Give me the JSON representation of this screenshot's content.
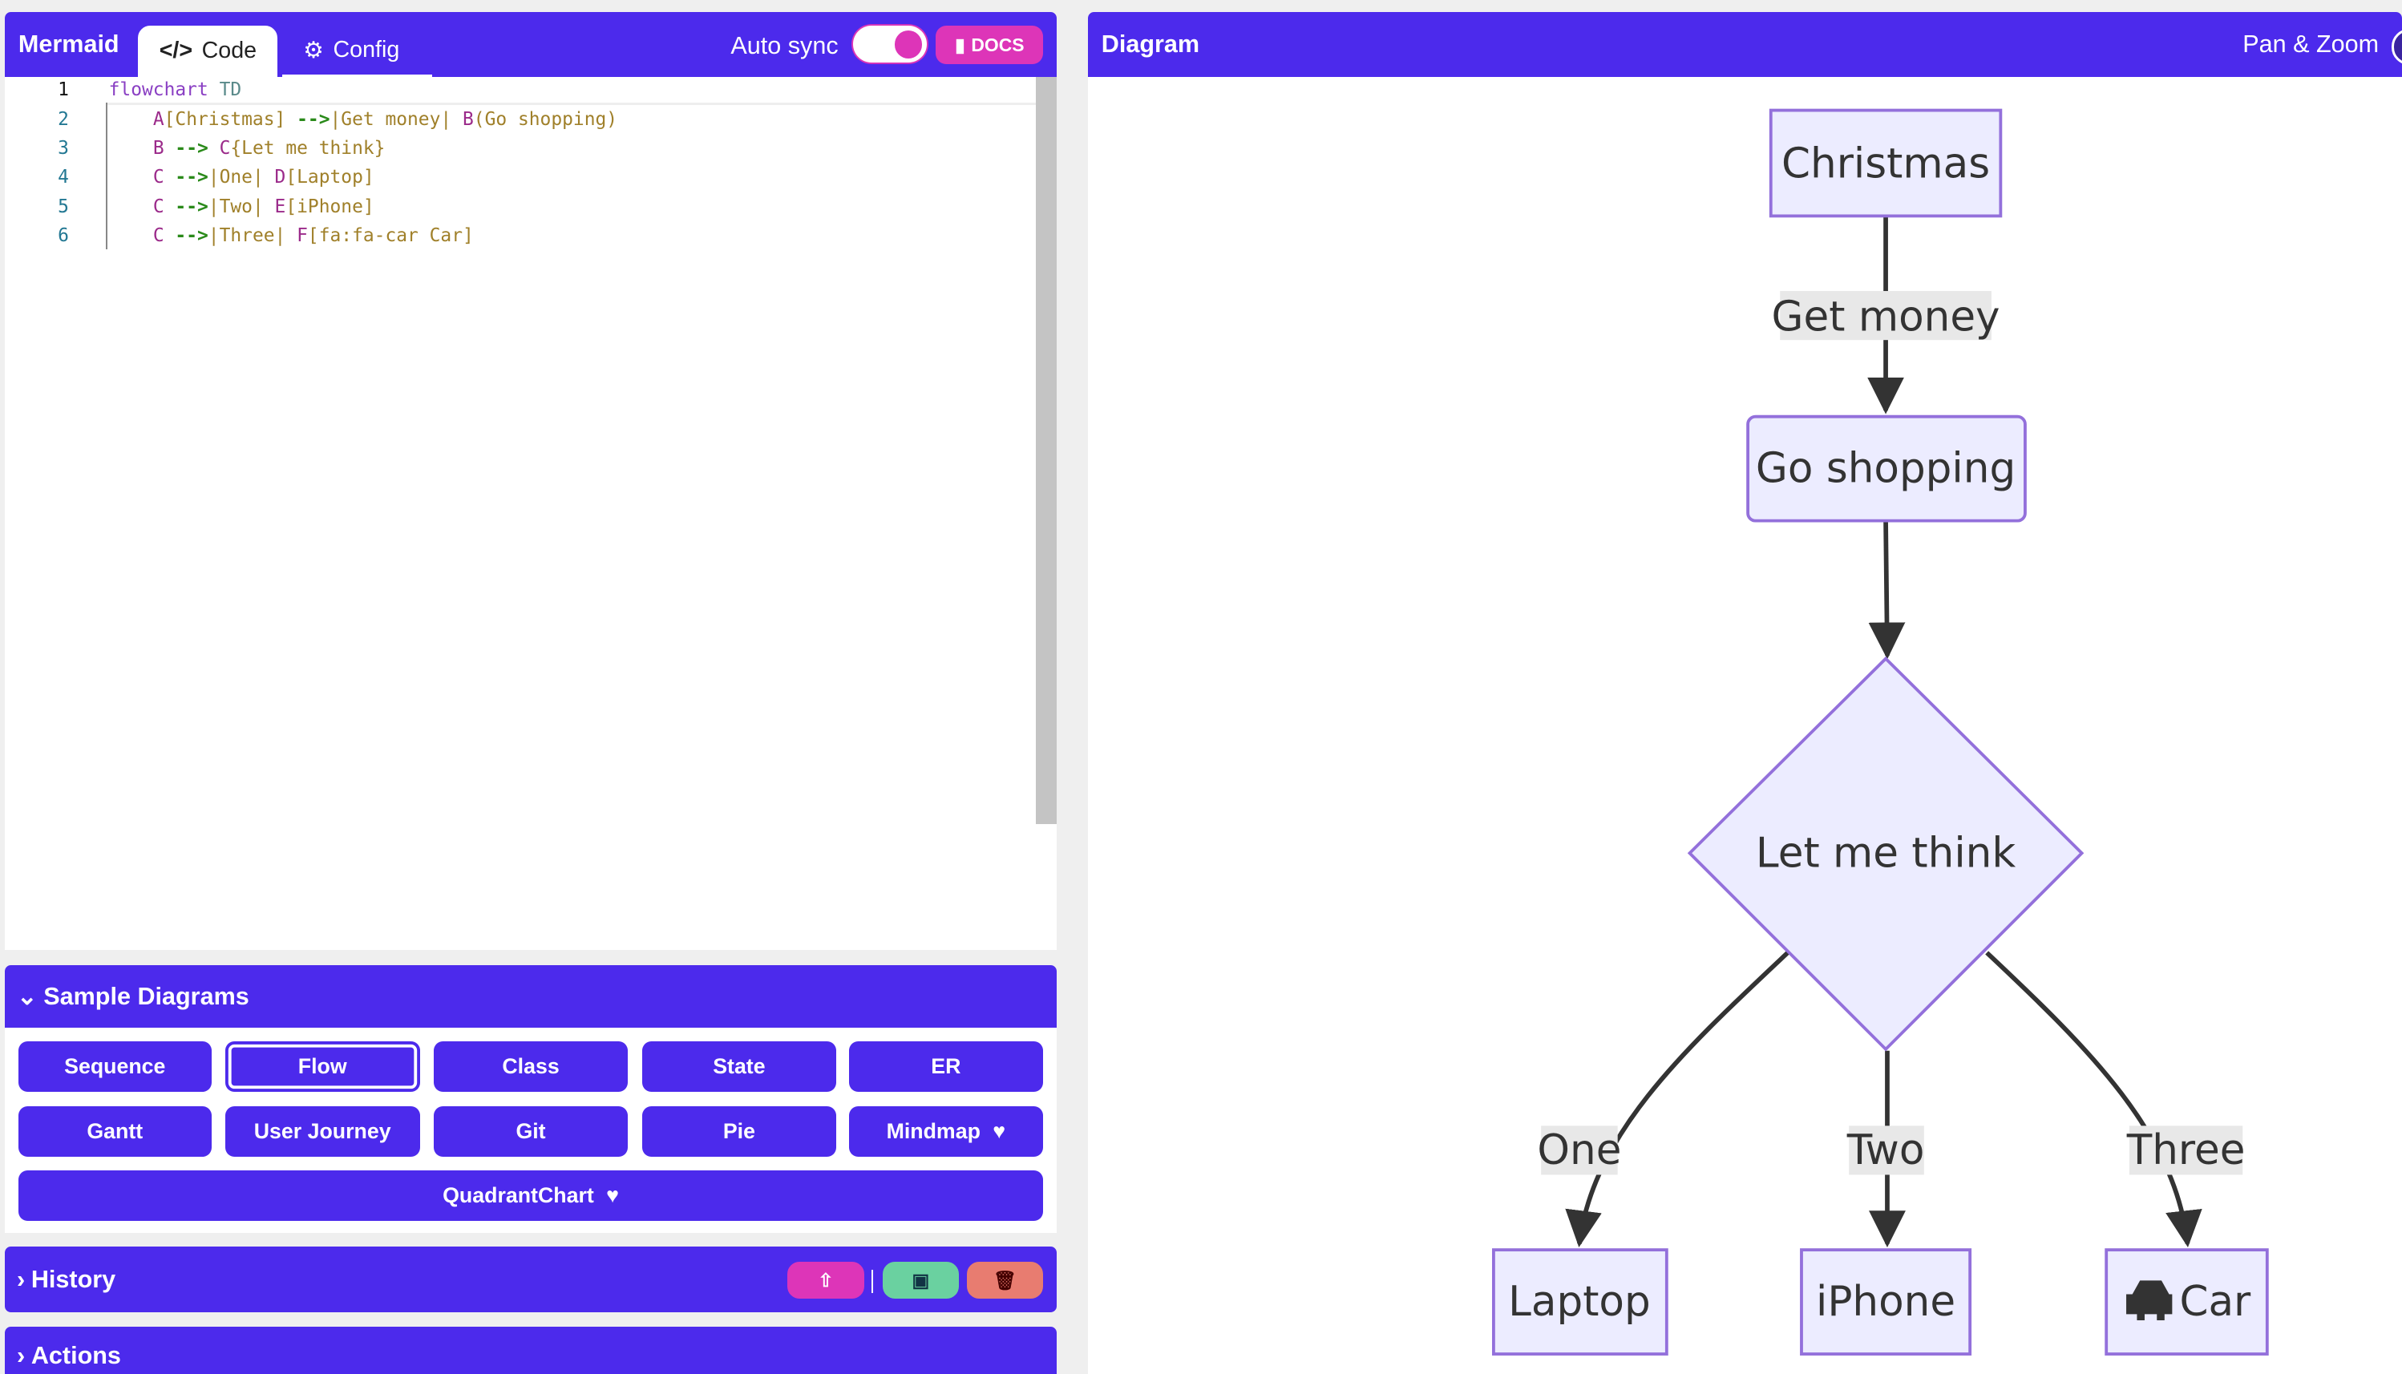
{
  "editor": {
    "app_title": "Mermaid",
    "tabs": [
      {
        "label": "Code",
        "icon": "code-icon",
        "active": true
      },
      {
        "label": "Config",
        "icon": "gears-icon",
        "active": false
      }
    ],
    "auto_sync_label": "Auto sync",
    "auto_sync_on": true,
    "docs_label": "DOCS",
    "line_numbers": [
      "1",
      "2",
      "3",
      "4",
      "5",
      "6"
    ],
    "code_lines": [
      "flowchart TD",
      "    A[Christmas] -->|Get money| B(Go shopping)",
      "    B --> C{Let me think}",
      "    C -->|One| D[Laptop]",
      "    C -->|Two| E[iPhone]",
      "    C -->|Three| F[fa:fa-car Car]"
    ]
  },
  "samples": {
    "title": "Sample Diagrams",
    "buttons": [
      "Sequence",
      "Flow",
      "Class",
      "State",
      "ER",
      "Gantt",
      "User Journey",
      "Git",
      "Pie",
      "Mindmap",
      "QuadrantChart"
    ],
    "selected": "Flow"
  },
  "history": {
    "title": "History"
  },
  "actions": {
    "title": "Actions"
  },
  "diagram": {
    "title": "Diagram",
    "pan_zoom_label": "Pan & Zoom",
    "nodes": {
      "a": "Christmas",
      "b": "Go shopping",
      "c": "Let me think",
      "d": "Laptop",
      "e": "iPhone",
      "f": "Car"
    },
    "edge_labels": {
      "ab": "Get money",
      "cd": "One",
      "ce": "Two",
      "cf": "Three"
    }
  },
  "colors": {
    "brand": "#4c2aec",
    "accent_pink": "#dd35b8",
    "save_green": "#6ad1a0",
    "delete_red": "#e87c70",
    "node_fill": "#ececff",
    "node_border": "#9370db"
  }
}
